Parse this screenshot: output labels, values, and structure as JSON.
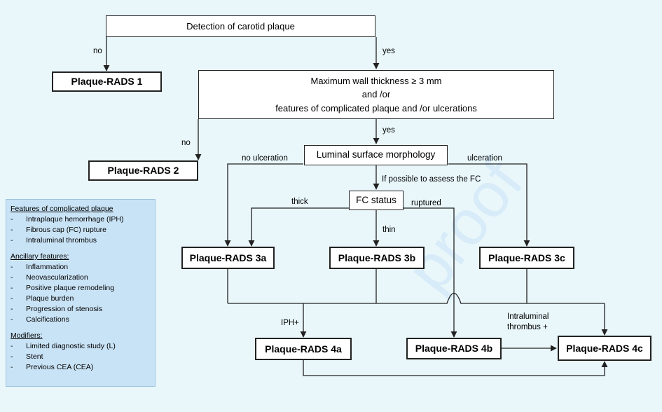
{
  "nodes": {
    "detection": "Detection of carotid plaque",
    "pr1": "Plaque-RADS 1",
    "wall_line1": "Maximum wall thickness ≥ 3 mm",
    "wall_line2": "and /or",
    "wall_line3": "features of complicated plaque and /or ulcerations",
    "pr2": "Plaque-RADS 2",
    "luminal": "Luminal surface morphology",
    "fc": "FC status",
    "pr3a": "Plaque-RADS 3a",
    "pr3b": "Plaque-RADS 3b",
    "pr3c": "Plaque-RADS 3c",
    "pr4a": "Plaque-RADS 4a",
    "pr4b": "Plaque-RADS 4b",
    "pr4c": "Plaque-RADS 4c"
  },
  "edges": {
    "no1": "no",
    "yes1": "yes",
    "no2": "no",
    "yes2": "yes",
    "no_ulceration": "no ulceration",
    "ulceration": "ulceration",
    "if_possible": "If possible to assess the FC",
    "thick": "thick",
    "thin": "thin",
    "ruptured": "ruptured",
    "iph": "IPH+",
    "thrombus_1": "Intraluminal",
    "thrombus_2": "thrombus +"
  },
  "legend": {
    "complicated_title": "Features of complicated plaque",
    "complicated": [
      "Intraplaque hemorrhage (IPH)",
      "Fibrous cap (FC) rupture",
      "Intraluminal thrombus"
    ],
    "ancillary_title": "Ancillary features:",
    "ancillary": [
      "Inflammation",
      "Neovascularization",
      "Positive plaque remodeling",
      "Plaque burden",
      "Progression of stenosis",
      "Calcifications"
    ],
    "modifiers_title": "Modifiers:",
    "modifiers": [
      "Limited diagnostic study (L)",
      "Stent",
      "Previous CEA (CEA)"
    ]
  },
  "watermark": "proof",
  "colors": {
    "background": "#e9f7fb",
    "legend_bg": "#c9e3f6",
    "line": "#222222"
  }
}
